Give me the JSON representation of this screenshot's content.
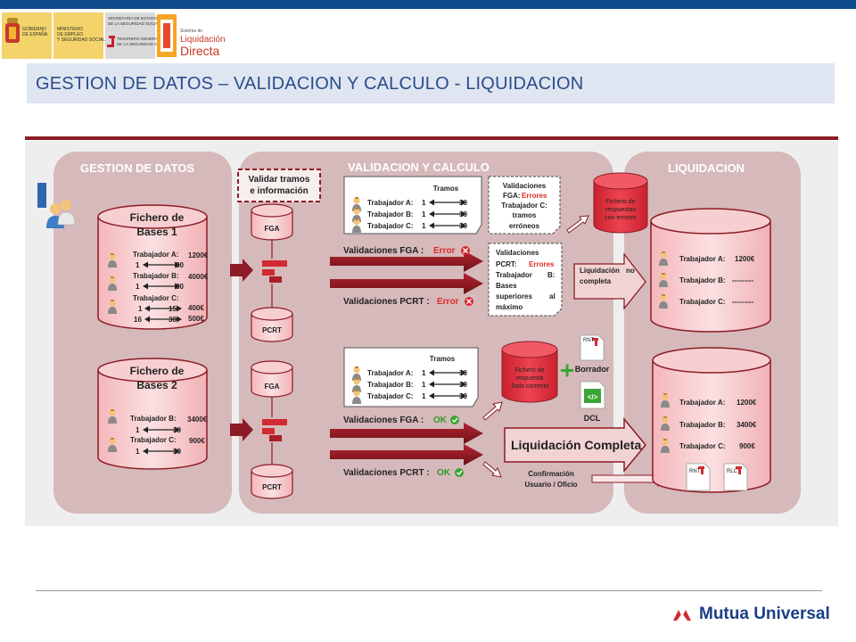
{
  "header": {
    "logo_lines": {
      "gobierno": [
        "GOBIERNO",
        "DE ESPAÑA"
      ],
      "ministerio": [
        "MINISTERIO",
        "DE EMPLEO",
        "Y SEGURIDAD SOCIAL"
      ],
      "secretaria": [
        "SECRETARÍA DE ESTADO",
        "DE LA SEGURIDAD SOCIAL"
      ],
      "tesoreria": [
        "TESORERÍA GENERAL",
        "DE LA SEGURIDAD SOCIAL"
      ],
      "sistema": "Sistema de",
      "liquidacion": "Liquidación",
      "directa": "Directa"
    },
    "title": "GESTION DE DATOS – VALIDACION Y CALCULO - LIQUIDACION"
  },
  "sections": {
    "gestion": "GESTION DE DATOS",
    "validacion": "VALIDACION Y CALCULO",
    "liquidacion": "LIQUIDACION"
  },
  "validar_box": [
    "Validar tramos",
    "e información"
  ],
  "bases1": {
    "title": [
      "Fichero de",
      "Bases 1"
    ],
    "rows": [
      {
        "label": "Trabajador A:",
        "from": "1",
        "to": "30",
        "amount": "1200€"
      },
      {
        "label": "Trabajador B:",
        "from": "1",
        "to": "30",
        "amount": "4000€"
      },
      {
        "label": "Trabajador C:",
        "from": "1",
        "to": "15",
        "amount": "400€"
      },
      {
        "label": "",
        "from": "16",
        "to": "30",
        "amount": "500€"
      }
    ]
  },
  "bases2": {
    "title": [
      "Fichero de",
      "Bases 2"
    ],
    "rows": [
      {
        "label": "Trabajador B:",
        "from": "1",
        "to": "30",
        "amount": "3400€"
      },
      {
        "label": "Trabajador C:",
        "from": "1",
        "to": "30",
        "amount": "900€"
      }
    ]
  },
  "labels": {
    "fga": "FGA",
    "pcrt": "PCRT",
    "tramos": "Tramos",
    "trab_a": "Trabajador A:",
    "trab_b": "Trabajador B:",
    "trab_c": "Trabajador C:",
    "one": "1",
    "thirty": "30"
  },
  "flow1": {
    "val_fga": "Validaciones FGA :",
    "val_fga_status": "Error",
    "val_pcrt": "Validaciones PCRT :",
    "val_pcrt_status": "Error",
    "note_fga": [
      "Validaciones",
      "FGA:",
      "Errores",
      "Trabajador C:",
      "tramos",
      "erróneos"
    ],
    "note_pcrt": [
      "Validaciones",
      "PCRT:",
      "Errores",
      "Trabajador",
      "B:",
      "Bases",
      "superiores",
      "al",
      "máximo"
    ],
    "fichero_err": [
      "Fichero de",
      "respuestas",
      "con errores"
    ],
    "liq_no_completa": [
      "Liquidación",
      "no",
      "completa"
    ]
  },
  "flow2": {
    "val_fga": "Validaciones FGA :",
    "val_fga_status": "OK",
    "val_pcrt": "Validaciones PCRT :",
    "val_pcrt_status": "OK",
    "fichero_ok": [
      "Fichero de",
      "respuesta",
      "Todo correcto"
    ],
    "borrador": "Borrador",
    "dcl": "DCL",
    "rnt": "RNT",
    "rlc": "RLC",
    "liq_completa": "Liquidación Completa",
    "confirmacion": [
      "Confirmación",
      "Usuario / Oficio"
    ]
  },
  "liq1": [
    {
      "label": "Trabajador A:",
      "amount": "1200€"
    },
    {
      "label": "Trabajador B:",
      "amount": "---------"
    },
    {
      "label": "Trabajador C:",
      "amount": "---------"
    }
  ],
  "liq2": [
    {
      "label": "Trabajador A:",
      "amount": "1200€"
    },
    {
      "label": "Trabajador B:",
      "amount": "3400€"
    },
    {
      "label": "Trabajador C:",
      "amount": "900€"
    }
  ],
  "footer": {
    "brand": "Mutua Universal"
  },
  "colors": {
    "dark_red": "#8c1c25",
    "red": "#d93340",
    "pink": "#f2c4c6",
    "title_blue": "#2a4c8c",
    "ok_green": "#3aa535"
  }
}
